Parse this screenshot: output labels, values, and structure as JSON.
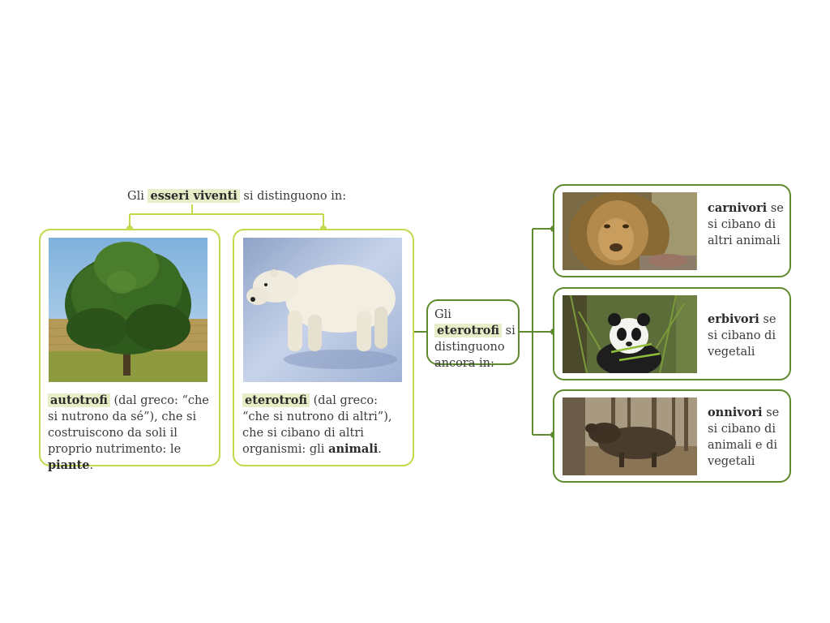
{
  "caption": {
    "pre": "Gli",
    "term": "esseri viventi",
    "post": "si distinguono in:"
  },
  "autotrofi": {
    "term": "autotrofi",
    "text1": " (dal greco: “che si nutrono da sé”), che si costruiscono da soli il proprio nutrimento: le ",
    "bold": "piante",
    "end": "."
  },
  "eterotrofi": {
    "term": "eterotrofi",
    "text1": " (dal greco: “che si nutrono di altri”), che si cibano di altri organismi: gli ",
    "bold": "animali",
    "end": "."
  },
  "center": {
    "pre": "Gli",
    "term": "eterotrofi",
    "post": "si distinguono ancora in:"
  },
  "categories": [
    {
      "term": "carnivori",
      "rest": " se si cibano di altri animali"
    },
    {
      "term": "erbivori",
      "rest": " se si cibano di vegetali"
    },
    {
      "term": "onnivori",
      "rest": " se si cibano di animali e di vegetali"
    }
  ],
  "colors": {
    "light_green": "#c3d84a",
    "dark_green": "#5f8a2d",
    "highlight": "#e6eec7"
  }
}
